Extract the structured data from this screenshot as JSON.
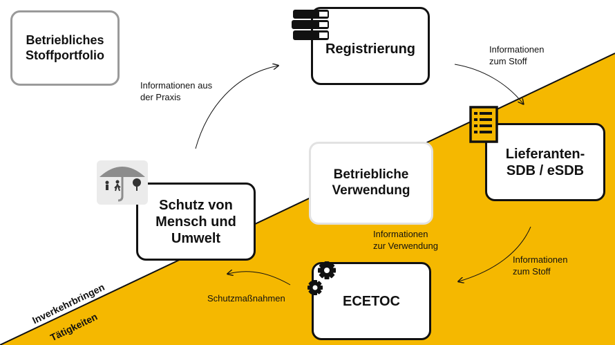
{
  "boxes": {
    "portfolio": "Betriebliches\nStoffportfolio",
    "registrierung": "Registrierung",
    "lieferanten": "Lieferanten-\nSDB / eSDB",
    "verwendung": "Betriebliche\nVerwendung",
    "schutz": "Schutz von\nMensch und\nUmwelt",
    "ecetoc": "ECETOC"
  },
  "labels": {
    "praxis": "Informationen aus\nder Praxis",
    "stoff_top": "Informationen\nzum Stoff",
    "stoff_right": "Informationen\nzum Stoff",
    "verwendung": "Informationen\nzur Verwendung",
    "schutz": "Schutzmaßnahmen"
  },
  "diagonal": {
    "upper": "Inverkehrbringen",
    "lower": "Tätigkeiten"
  },
  "icons": {
    "books": "books-icon",
    "checklist": "checklist-icon",
    "umbrella": "umbrella-icon",
    "gears": "gears-icon"
  },
  "colors": {
    "accent": "#f5b800",
    "border": "#111111"
  }
}
